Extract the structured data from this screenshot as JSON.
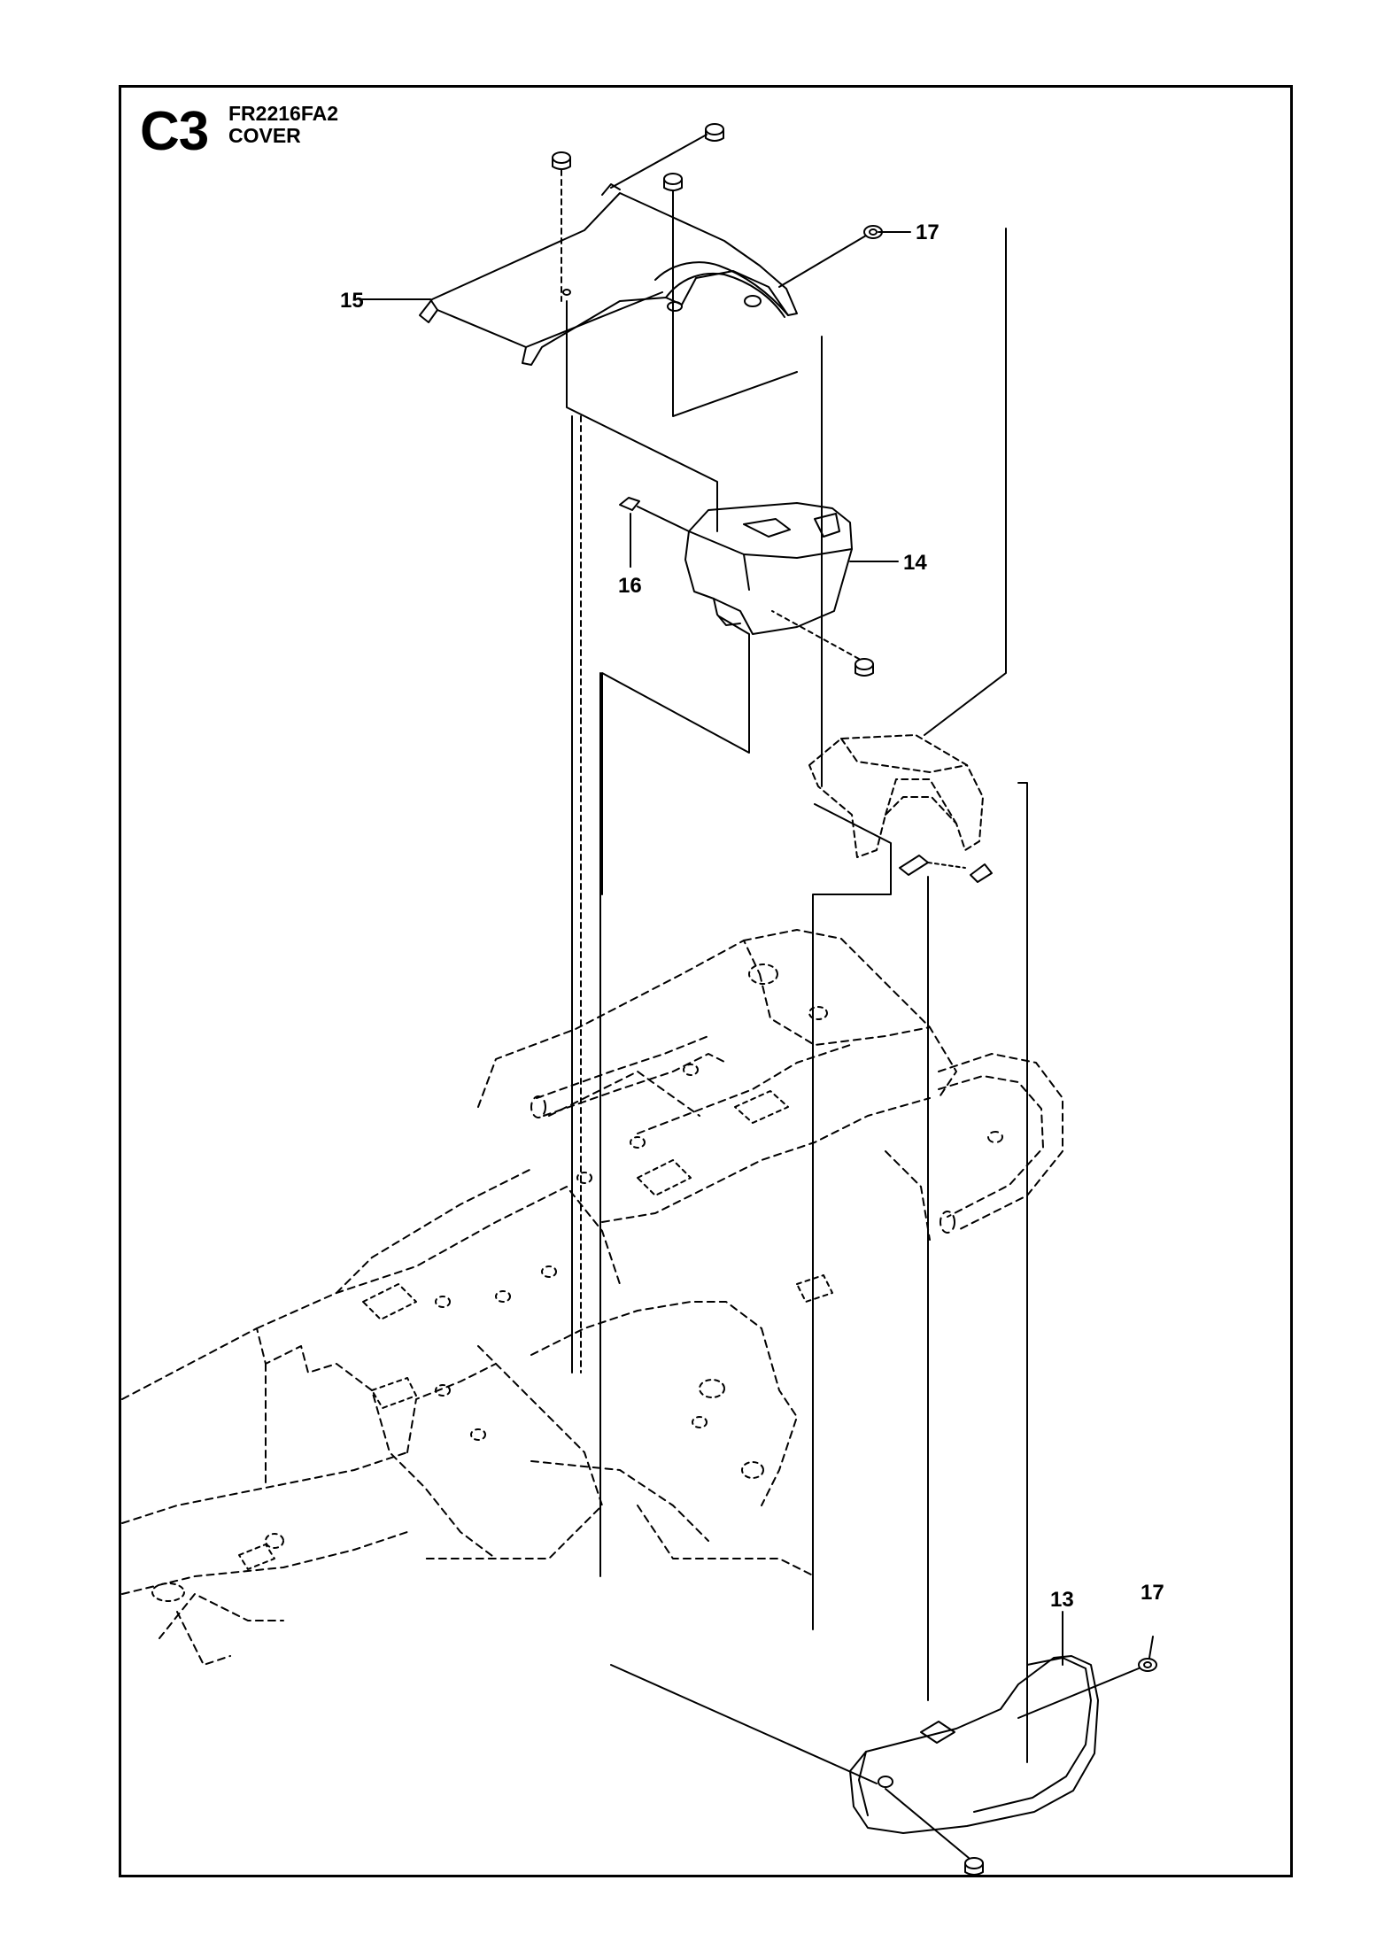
{
  "header": {
    "page_code": "C3",
    "model": "FR2216FA2",
    "section": "COVER"
  },
  "callouts": {
    "c13": "13",
    "c14": "14",
    "c15": "15",
    "c16": "16",
    "c17_top": "17",
    "c17_bottom": "17"
  }
}
